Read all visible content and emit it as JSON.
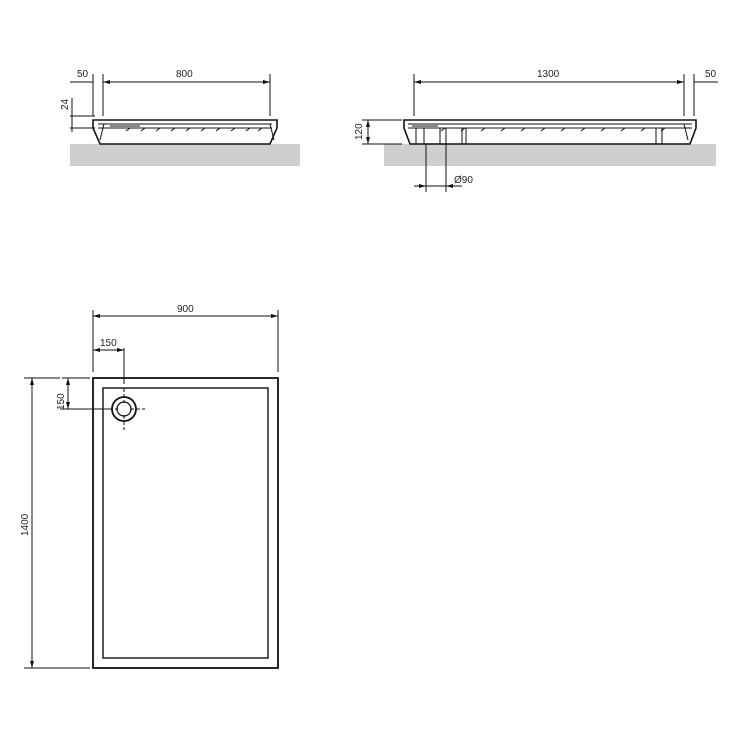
{
  "side_view_short": {
    "dim_wall_offset": "50",
    "dim_width": "800",
    "dim_height": "24"
  },
  "side_view_long": {
    "dim_length": "1300",
    "dim_wall_offset": "50",
    "dim_height": "120",
    "dim_drain_diameter": "Ø90"
  },
  "top_view": {
    "dim_width": "900",
    "dim_drain_x": "150",
    "dim_drain_y": "150",
    "dim_length": "1400"
  },
  "colors": {
    "line": "#111111",
    "floor": "#cfcfcf"
  }
}
